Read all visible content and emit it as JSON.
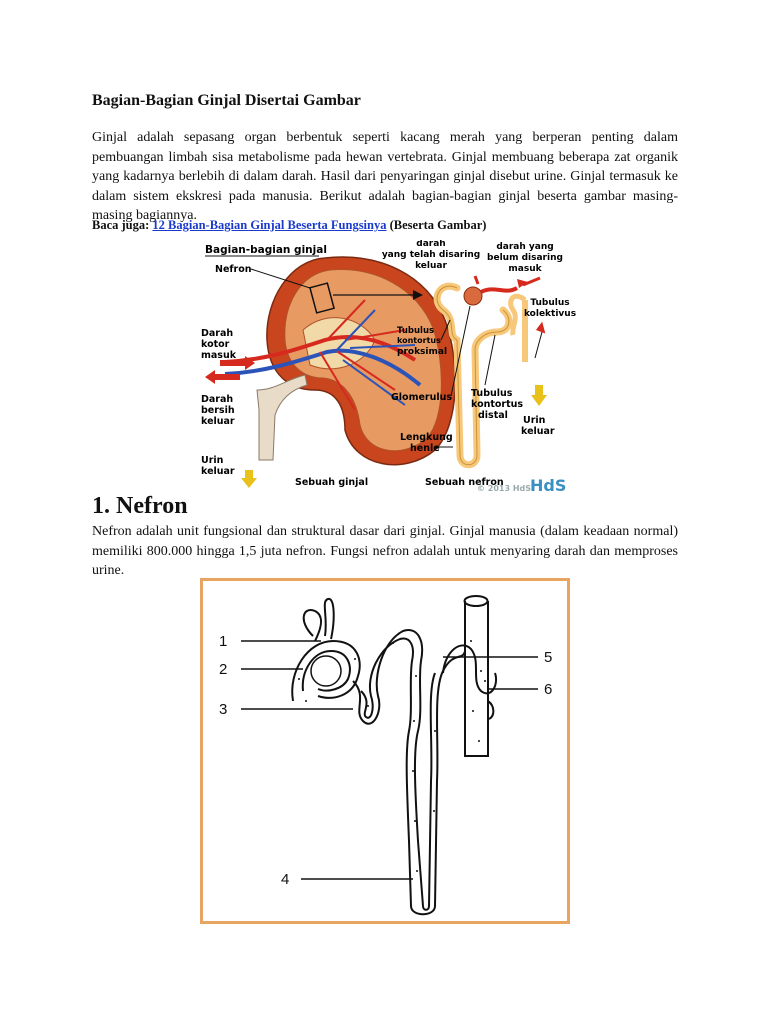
{
  "document": {
    "title": "Bagian-Bagian Ginjal Disertai Gambar",
    "intro": "Ginjal adalah sepasang organ berbentuk seperti kacang merah yang berperan penting dalam pembuangan limbah sisa metabolisme pada hewan vertebrata. Ginjal membuang beberapa zat organik yang kadarnya berlebih di dalam darah. Hasil dari penyaringan ginjal disebut urine. Ginjal termasuk ke dalam sistem ekskresi pada manusia. Berikut adalah bagian-bagian ginjal beserta gambar masing-masing bagiannya.",
    "read_also": {
      "prefix": "Baca juga: ",
      "link_text": "12 Bagian-Bagian Ginjal Beserta Fungsinya",
      "suffix": " (Beserta Gambar)"
    },
    "section_1": {
      "heading": "1. Nefron",
      "body": "Nefron adalah unit fungsional dan struktural dasar dari ginjal. Ginjal manusia (dalam keadaan normal) memiliki 800.000 hingga 1,5 juta nefron. Fungsi nefron adalah untuk menyaring darah dan memproses urine."
    }
  },
  "figure_kidney": {
    "title": "Bagian-bagian ginjal",
    "label_nefron": "Nefron",
    "label_darah_kotor": [
      "Darah",
      "kotor",
      "masuk"
    ],
    "label_darah_bersih": [
      "Darah",
      "bersih",
      "keluar"
    ],
    "label_urin_keluar_left": [
      "Urin",
      "keluar"
    ],
    "label_sebuah_ginjal": "Sebuah ginjal",
    "label_darah_disaring": [
      "darah",
      "yang telah disaring",
      "keluar"
    ],
    "label_darah_belum": [
      "darah yang",
      "belum disaring",
      "masuk"
    ],
    "label_tubulus_kolektivus": [
      "Tubulus",
      "kolektivus"
    ],
    "label_tubulus_proksimal": [
      "Tubulus",
      "kontortus",
      "proksimal"
    ],
    "label_glomerulus": "Glomerulus",
    "label_tubulus_distal": [
      "Tubulus",
      "kontortus",
      "distal"
    ],
    "label_urin_keluar_right": [
      "Urin",
      "keluar"
    ],
    "label_lengkung_henle": [
      "Lengkung",
      "henle"
    ],
    "label_sebuah_nefron": "Sebuah nefron",
    "watermark": "© 2013 HdS",
    "logo": "HdS"
  },
  "figure_nephron": {
    "labels": [
      "1",
      "2",
      "3",
      "4",
      "5",
      "6"
    ]
  },
  "colors": {
    "link": "#1a3acc",
    "frame": "#e8a562",
    "kidney_outer": "#c8451e",
    "kidney_inner": "#e89a63",
    "artery": "#d62a1f",
    "vein": "#2b53b8",
    "tubule": "#f7c87a",
    "arrow": "#e8c11a"
  }
}
